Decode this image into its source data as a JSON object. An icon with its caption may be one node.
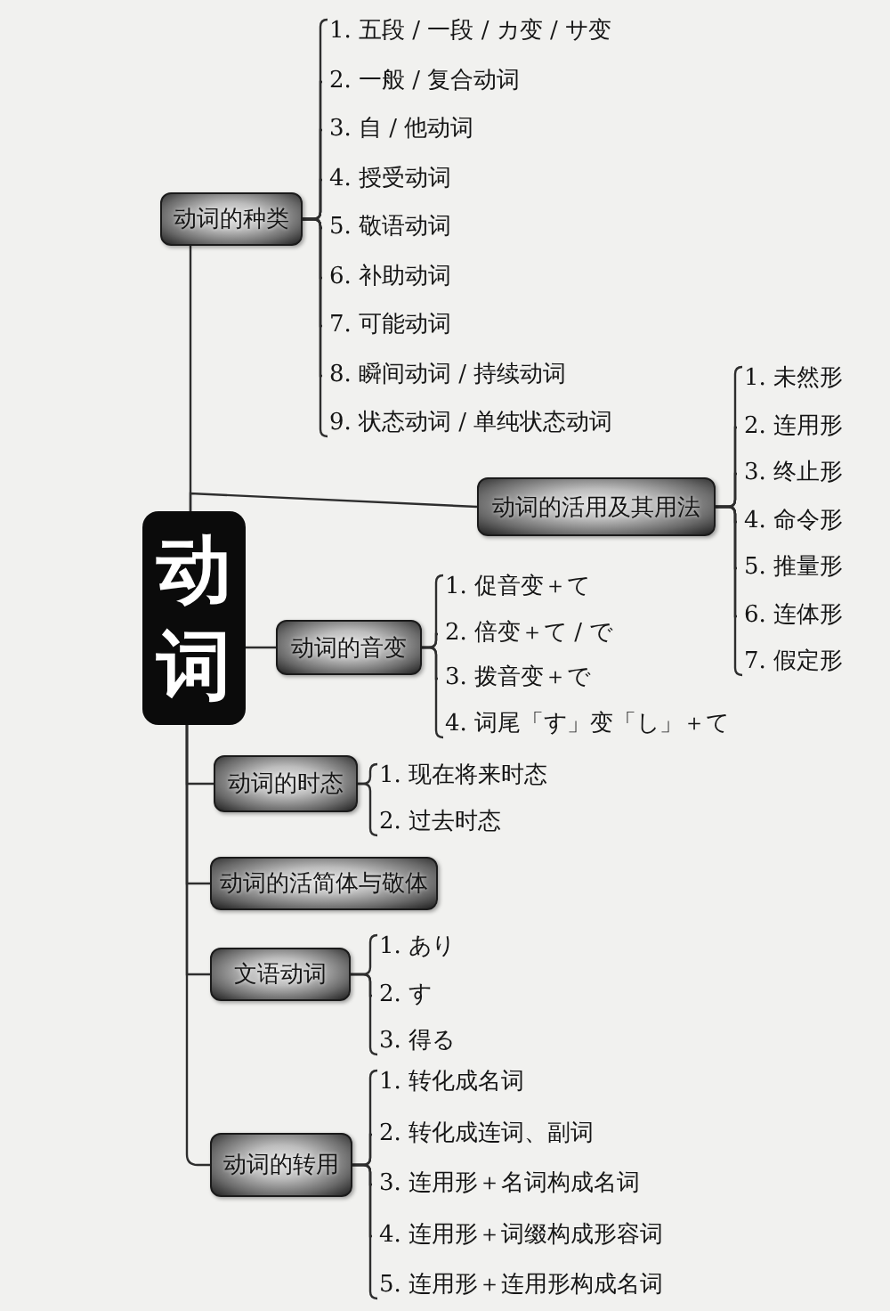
{
  "diagram": {
    "nodes": [
      {
        "text": [
          "动词"
        ]
      },
      {
        "text": [
          "动词的种类"
        ]
      },
      {
        "text": [
          "1. 五段 / 一段 / カ变 / サ变"
        ]
      },
      {
        "text": [
          "2. 一般 / 复合动词"
        ]
      },
      {
        "text": [
          "3. 自 / 他动词"
        ]
      },
      {
        "text": [
          "4. 授受动词"
        ]
      },
      {
        "text": [
          "5. 敬语动词"
        ]
      },
      {
        "text": [
          "6. 补助动词"
        ]
      },
      {
        "text": [
          "7. 可能动词"
        ]
      },
      {
        "text": [
          "8. 瞬间动词 / 持续动词"
        ]
      },
      {
        "text": [
          "9. 状态动词 / 单纯状态动词"
        ]
      },
      {
        "text": [
          "动词的活用及其用法"
        ]
      },
      {
        "text": [
          "1. 未然形"
        ]
      },
      {
        "text": [
          "2. 连用形"
        ]
      },
      {
        "text": [
          "3. 终止形"
        ]
      },
      {
        "text": [
          "4. 命令形"
        ]
      },
      {
        "text": [
          "5. 推量形"
        ]
      },
      {
        "text": [
          "6. 连体形"
        ]
      },
      {
        "text": [
          "7. 假定形"
        ]
      },
      {
        "text": [
          "动词的音变"
        ]
      },
      {
        "text": [
          "1. 促音变＋て"
        ]
      },
      {
        "text": [
          "2. 倍变＋て / で"
        ]
      },
      {
        "text": [
          "3. 拨音变＋で"
        ]
      },
      {
        "text": [
          "4. 词尾「す」变「し」＋て"
        ]
      },
      {
        "text": [
          "动词的时态"
        ]
      },
      {
        "text": [
          "1. 现在将来时态"
        ]
      },
      {
        "text": [
          "2. 过去时态"
        ]
      },
      {
        "text": [
          "动词的活简体与敬体"
        ]
      },
      {
        "text": [
          "文语动词"
        ]
      },
      {
        "text": [
          "1. あり"
        ]
      },
      {
        "text": [
          "2. す"
        ]
      },
      {
        "text": [
          "3. 得る"
        ]
      },
      {
        "text": [
          "动词的转用"
        ]
      },
      {
        "text": [
          "1. 转化成名词"
        ]
      },
      {
        "text": [
          "2. 转化成连词、副词"
        ]
      },
      {
        "text": [
          "3. 连用形＋名词构成名词"
        ]
      },
      {
        "text": [
          "4. 连用形＋词缀构成形容词"
        ]
      },
      {
        "text": [
          "5. 连用形＋连用形构成名词"
        ]
      }
    ],
    "edges": [
      {
        "from": 0,
        "to": 1,
        "arrow": "none"
      },
      {
        "from": 1,
        "to": 2,
        "arrow": "none"
      },
      {
        "from": 1,
        "to": 3,
        "arrow": "none"
      },
      {
        "from": 1,
        "to": 4,
        "arrow": "none"
      },
      {
        "from": 1,
        "to": 5,
        "arrow": "none"
      },
      {
        "from": 1,
        "to": 6,
        "arrow": "none"
      },
      {
        "from": 1,
        "to": 7,
        "arrow": "none"
      },
      {
        "from": 1,
        "to": 8,
        "arrow": "none"
      },
      {
        "from": 1,
        "to": 9,
        "arrow": "none"
      },
      {
        "from": 1,
        "to": 10,
        "arrow": "none"
      },
      {
        "from": 0,
        "to": 11,
        "arrow": "none"
      },
      {
        "from": 11,
        "to": 12,
        "arrow": "none"
      },
      {
        "from": 11,
        "to": 13,
        "arrow": "none"
      },
      {
        "from": 11,
        "to": 14,
        "arrow": "none"
      },
      {
        "from": 11,
        "to": 15,
        "arrow": "none"
      },
      {
        "from": 11,
        "to": 16,
        "arrow": "none"
      },
      {
        "from": 11,
        "to": 17,
        "arrow": "none"
      },
      {
        "from": 11,
        "to": 18,
        "arrow": "none"
      },
      {
        "from": 0,
        "to": 19,
        "arrow": "none"
      },
      {
        "from": 19,
        "to": 20,
        "arrow": "none"
      },
      {
        "from": 19,
        "to": 21,
        "arrow": "none"
      },
      {
        "from": 19,
        "to": 22,
        "arrow": "none"
      },
      {
        "from": 19,
        "to": 23,
        "arrow": "none"
      },
      {
        "from": 0,
        "to": 24,
        "arrow": "none"
      },
      {
        "from": 24,
        "to": 25,
        "arrow": "none"
      },
      {
        "from": 24,
        "to": 26,
        "arrow": "none"
      },
      {
        "from": 0,
        "to": 27,
        "arrow": "none"
      },
      {
        "from": 0,
        "to": 28,
        "arrow": "none"
      },
      {
        "from": 28,
        "to": 29,
        "arrow": "none"
      },
      {
        "from": 28,
        "to": 30,
        "arrow": "none"
      },
      {
        "from": 28,
        "to": 31,
        "arrow": "none"
      },
      {
        "from": 0,
        "to": 32,
        "arrow": "none"
      },
      {
        "from": 32,
        "to": 33,
        "arrow": "none"
      },
      {
        "from": 32,
        "to": 34,
        "arrow": "none"
      },
      {
        "from": 32,
        "to": 35,
        "arrow": "none"
      },
      {
        "from": 32,
        "to": 36,
        "arrow": "none"
      },
      {
        "from": 32,
        "to": 37,
        "arrow": "none"
      }
    ]
  }
}
